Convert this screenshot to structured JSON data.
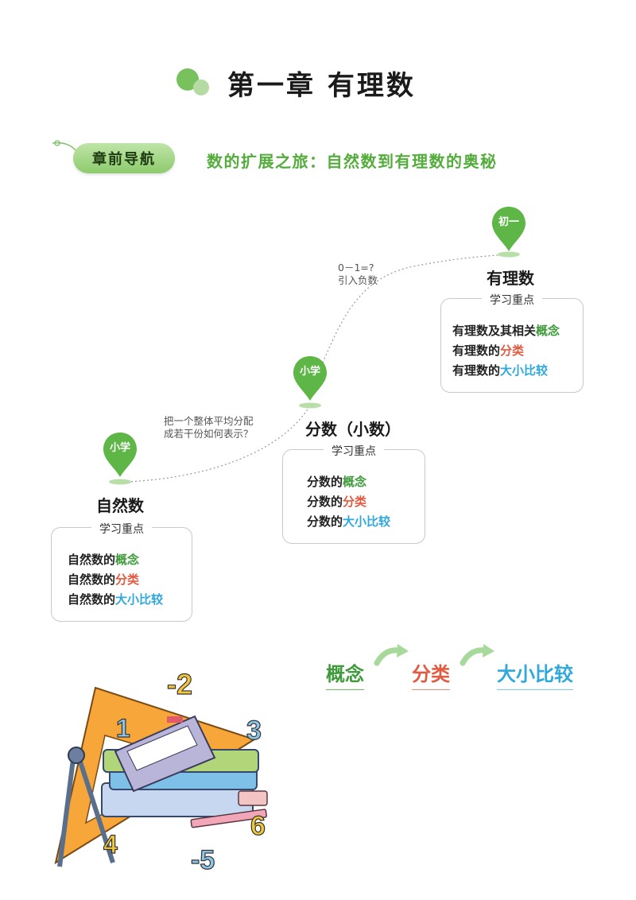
{
  "chapter": {
    "title": "第一章   有理数"
  },
  "nav": {
    "label": "章前导航",
    "subtitle": "数的扩展之旅：自然数到有理数的奥秘"
  },
  "stages": [
    {
      "pin_label": "小学",
      "heading": "自然数",
      "focus_label": "学习重点",
      "items": [
        {
          "prefix": "自然数的",
          "highlight": "概念"
        },
        {
          "prefix": "自然数的",
          "highlight": "分类"
        },
        {
          "prefix": "自然数的",
          "highlight": "大小比较"
        }
      ]
    },
    {
      "pin_label": "小学",
      "heading": "分数（小数）",
      "focus_label": "学习重点",
      "items": [
        {
          "prefix": "分数的",
          "highlight": "概念"
        },
        {
          "prefix": "分数的",
          "highlight": "分类"
        },
        {
          "prefix": "分数的",
          "highlight": "大小比较"
        }
      ]
    },
    {
      "pin_label": "初一",
      "heading": "有理数",
      "focus_label": "学习重点",
      "items": [
        {
          "prefix": "有理数及其相关",
          "highlight": "概念"
        },
        {
          "prefix": "有理数的",
          "highlight": "分类"
        },
        {
          "prefix": "有理数的",
          "highlight": "大小比较"
        }
      ]
    }
  ],
  "questions": {
    "q1_line1": "把一个整体平均分配",
    "q1_line2": "成若干份如何表示？",
    "q2_line1": "0－1=?",
    "q2_line2": "引入负数"
  },
  "flow": [
    "概念",
    "分类",
    "大小比较"
  ],
  "illustration": {
    "numbers": [
      "-2",
      "1",
      "3",
      "6",
      "4",
      "-5"
    ]
  },
  "colors": {
    "green": "#3e9a3a",
    "red": "#e15b40",
    "blue": "#2fa8dc",
    "pin_green": "#5db646"
  }
}
